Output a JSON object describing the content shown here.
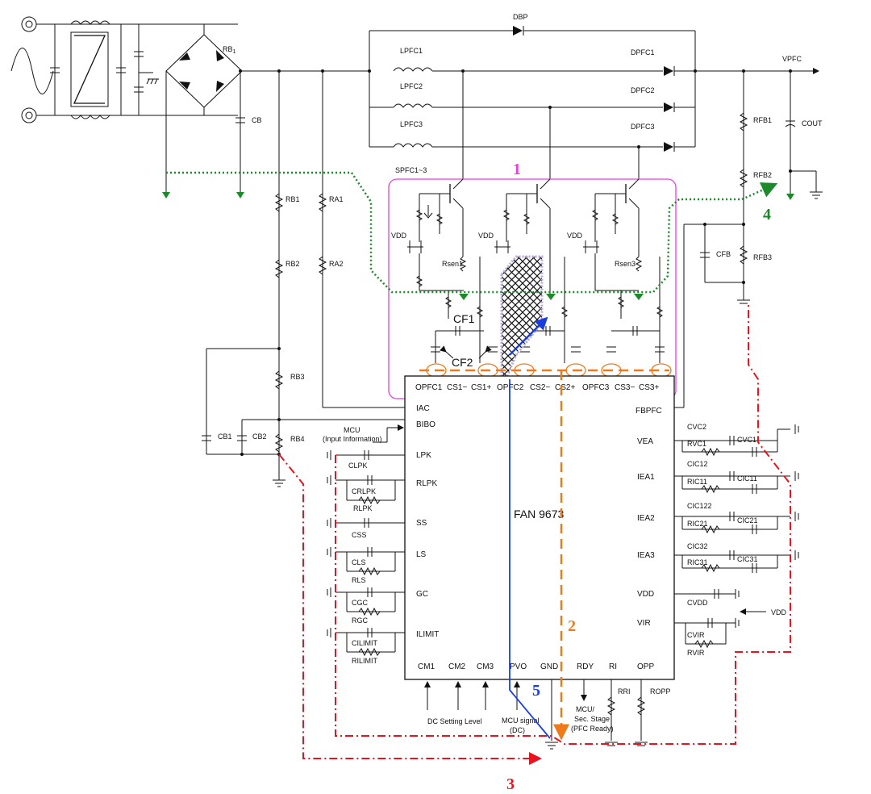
{
  "chip": {
    "name": "FAN 9673",
    "top_pins": [
      "OPFC1",
      "CS1−",
      "CS1+",
      "OPFC2",
      "CS2−",
      "CS2+",
      "OPFC3",
      "CS3−",
      "CS3+"
    ],
    "left_pins": [
      "IAC",
      "BIBO",
      "LPK",
      "RLPK",
      "SS",
      "LS",
      "GC",
      "ILIMIT"
    ],
    "right_pins": [
      "FBPFC",
      "VEA",
      "IEA1",
      "IEA2",
      "IEA3",
      "VDD",
      "VIR"
    ],
    "bottom_pins": [
      "CM1",
      "CM2",
      "CM3",
      "PVO",
      "GND",
      "RDY",
      "RI",
      "OPP"
    ]
  },
  "power": {
    "rb1": "RB",
    "rb1_sub": "1",
    "cb": "CB",
    "dbp": "DBP",
    "lpfc": [
      "LPFC1",
      "LPFC2",
      "LPFC3"
    ],
    "dpfc": [
      "DPFC1",
      "DPFC2",
      "DPFC3"
    ],
    "vpfc": "VPFC",
    "spfc": "SPFC1~3",
    "rfb": [
      "RFB1",
      "RFB2",
      "RFB3"
    ],
    "cout": "COUT",
    "cfb": "CFB",
    "rb_divider": [
      "RB1",
      "RB2",
      "RB3",
      "RB4"
    ],
    "ra": [
      "RA1",
      "RA2"
    ],
    "cb12": [
      "CB1",
      "CB2"
    ],
    "vdd_text": "VDD",
    "rsen": [
      "Rsen1",
      "Rsen3"
    ],
    "cf1": "CF1",
    "cf2": "CF2"
  },
  "left_components": [
    "CLPK",
    "CRLPK",
    "RLPK",
    "CSS",
    "CLS",
    "RLS",
    "CGC",
    "RGC",
    "CILIMIT",
    "RILIMIT"
  ],
  "right_components": [
    "CVC2",
    "RVC1",
    "CVC1",
    "CIC12",
    "RIC11",
    "CIC11",
    "CIC122",
    "RIC21",
    "CIC21",
    "CIC32",
    "RIC31",
    "CIC31",
    "CVDD",
    "CVIR",
    "RVIR"
  ],
  "bottom_components": [
    "RRI",
    "ROPP"
  ],
  "texts": {
    "mcu_info": "MCU",
    "mcu_info2": "(Input Information)",
    "dc_setting": "DC Setting Level",
    "mcu_signal": "MCU signal",
    "mcu_signal2": "(DC)",
    "mcu_sec": "MCU/",
    "mcu_sec2": "Sec. Stage",
    "mcu_sec3": "(PFC Ready)",
    "vdd_in": "VDD"
  },
  "annotations": [
    {
      "label": "1",
      "color": "#e83ee0"
    },
    {
      "label": "2",
      "color": "#f07a1a"
    },
    {
      "label": "3",
      "color": "#e8131f"
    },
    {
      "label": "4",
      "color": "#1a8a2a"
    },
    {
      "label": "5",
      "color": "#1a3ee0"
    }
  ]
}
